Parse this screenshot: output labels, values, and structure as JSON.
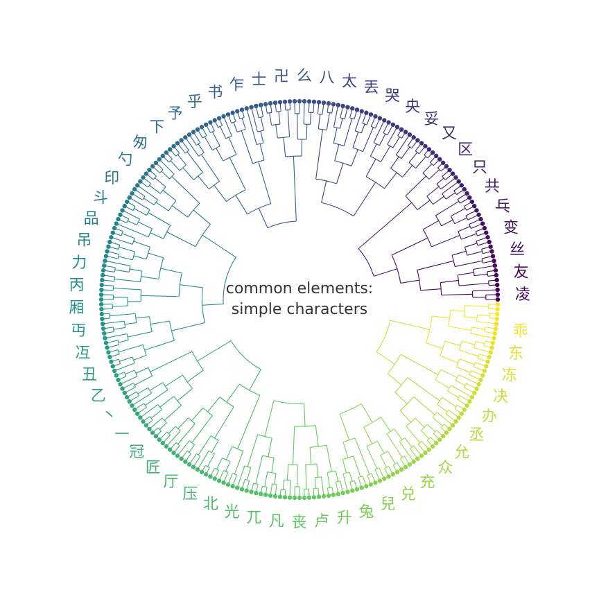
{
  "title": {
    "line1": "common elements:",
    "line2": "simple characters"
  },
  "labels": [
    "凌",
    "友",
    "丝",
    "变",
    "乓",
    "共",
    "只",
    "区",
    "又",
    "妥",
    "央",
    "哭",
    "丟",
    "太",
    "八",
    "么",
    "卍",
    "士",
    "乍",
    "书",
    "乎",
    "予",
    "下",
    "匆",
    "勺",
    "印",
    "斗",
    "品",
    "吊",
    "力",
    "丙",
    "厢",
    "丏",
    "冱",
    "丑",
    "乙",
    "丶",
    "一",
    "冠",
    "匠",
    "厅",
    "压",
    "北",
    "光",
    "兀",
    "凡",
    "丧",
    "卢",
    "升",
    "兔",
    "兒",
    "兑",
    "充",
    "众",
    "允",
    "丞",
    "办",
    "决",
    "冻",
    "东",
    "乖"
  ],
  "colors": {
    "purple": "#440154",
    "blue": "#3b528b",
    "teal": "#21918c",
    "green": "#5ec962",
    "yellow": "#fde725"
  }
}
